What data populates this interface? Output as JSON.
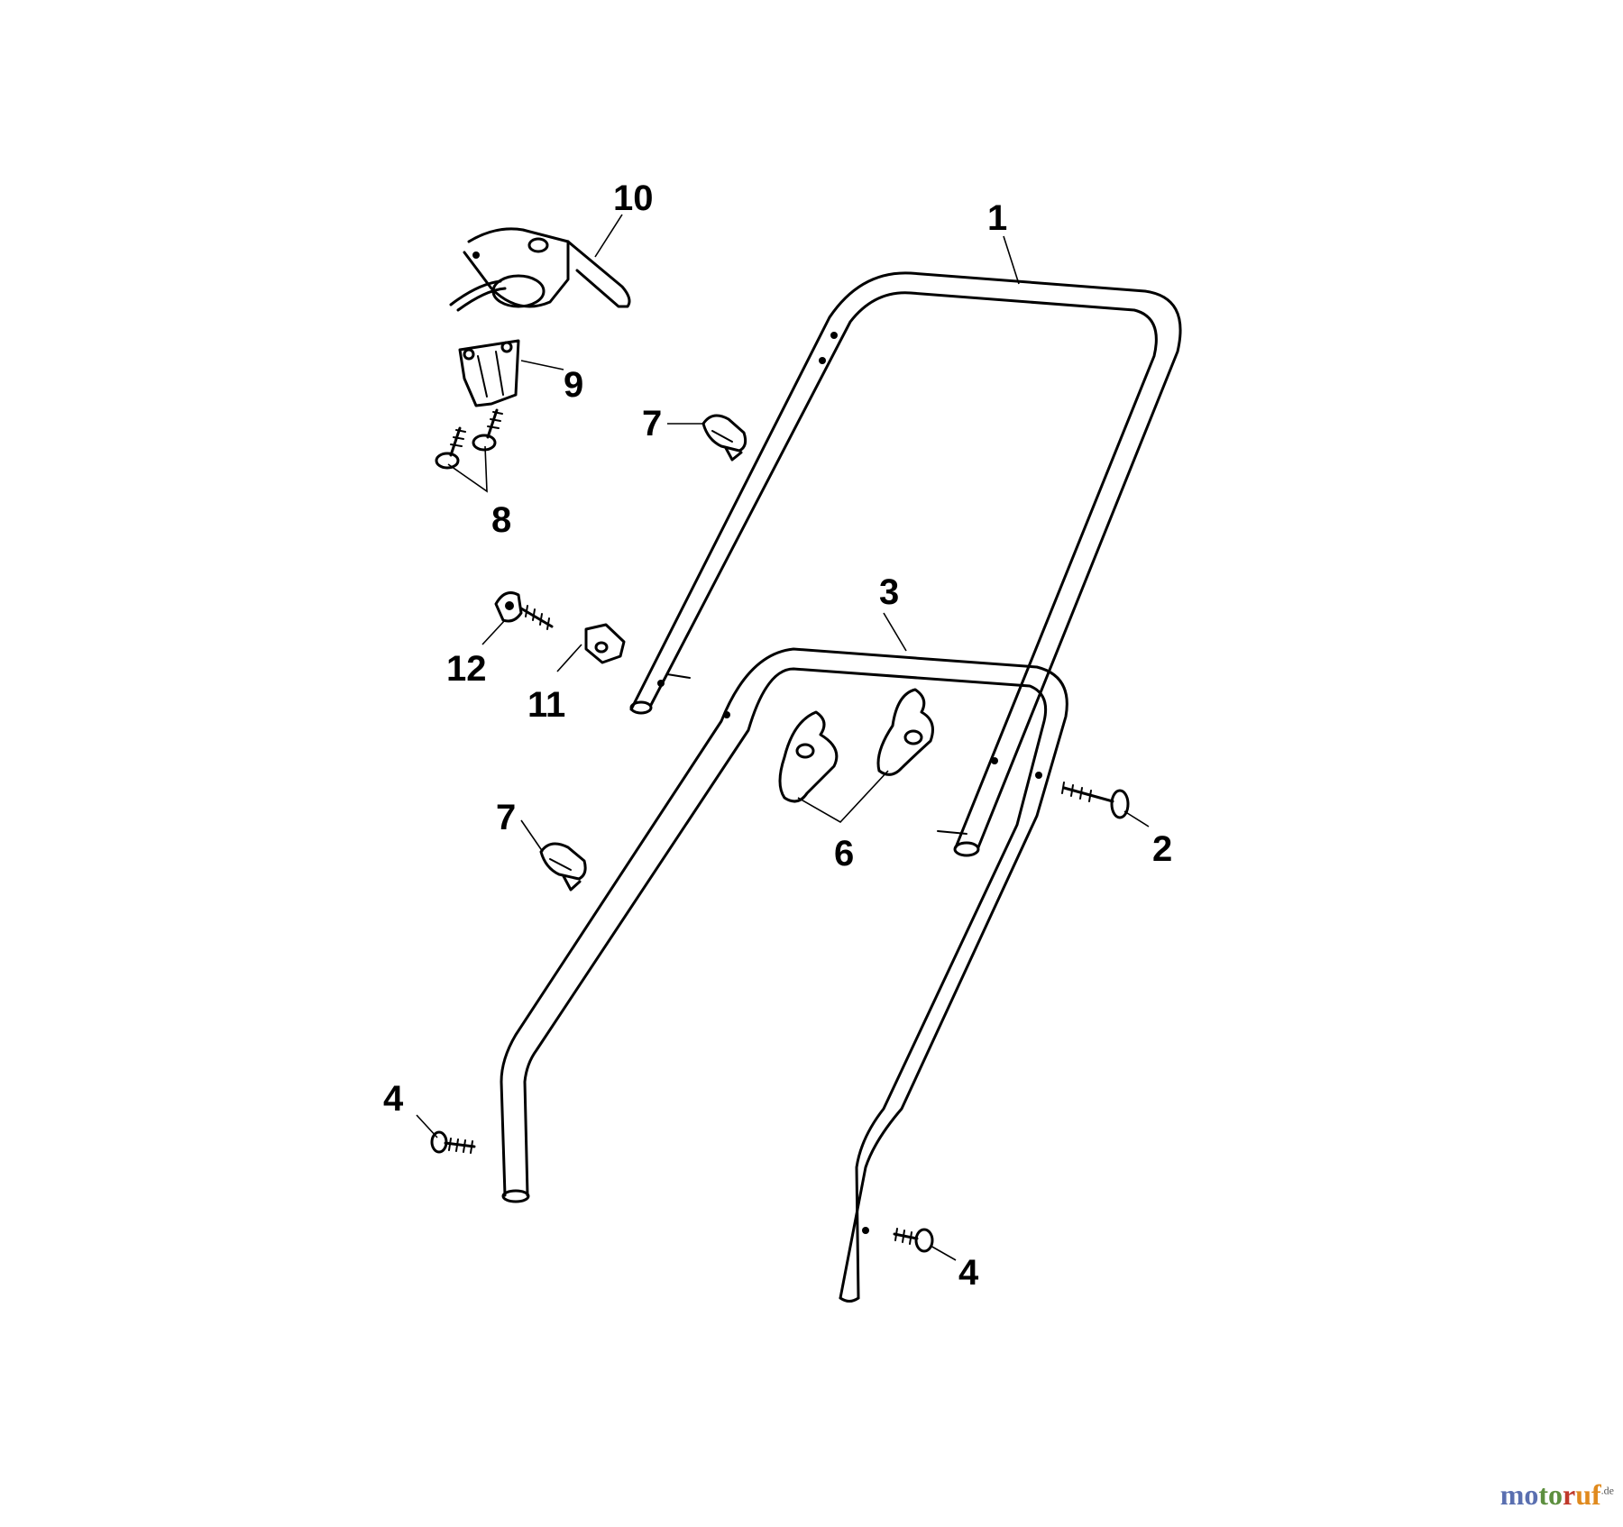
{
  "parts": [
    {
      "id": "1",
      "label": "1"
    },
    {
      "id": "2",
      "label": "2"
    },
    {
      "id": "3",
      "label": "3"
    },
    {
      "id": "4a",
      "label": "4"
    },
    {
      "id": "4b",
      "label": "4"
    },
    {
      "id": "6",
      "label": "6"
    },
    {
      "id": "7a",
      "label": "7"
    },
    {
      "id": "7b",
      "label": "7"
    },
    {
      "id": "8",
      "label": "8"
    },
    {
      "id": "9",
      "label": "9"
    },
    {
      "id": "10",
      "label": "10"
    },
    {
      "id": "11",
      "label": "11"
    },
    {
      "id": "12",
      "label": "12"
    }
  ],
  "watermark": {
    "brand_parts": [
      "mo",
      "to",
      "r",
      "uf"
    ],
    "suffix": ".de"
  },
  "colors": {
    "line": "#000000",
    "background": "#ffffff"
  }
}
